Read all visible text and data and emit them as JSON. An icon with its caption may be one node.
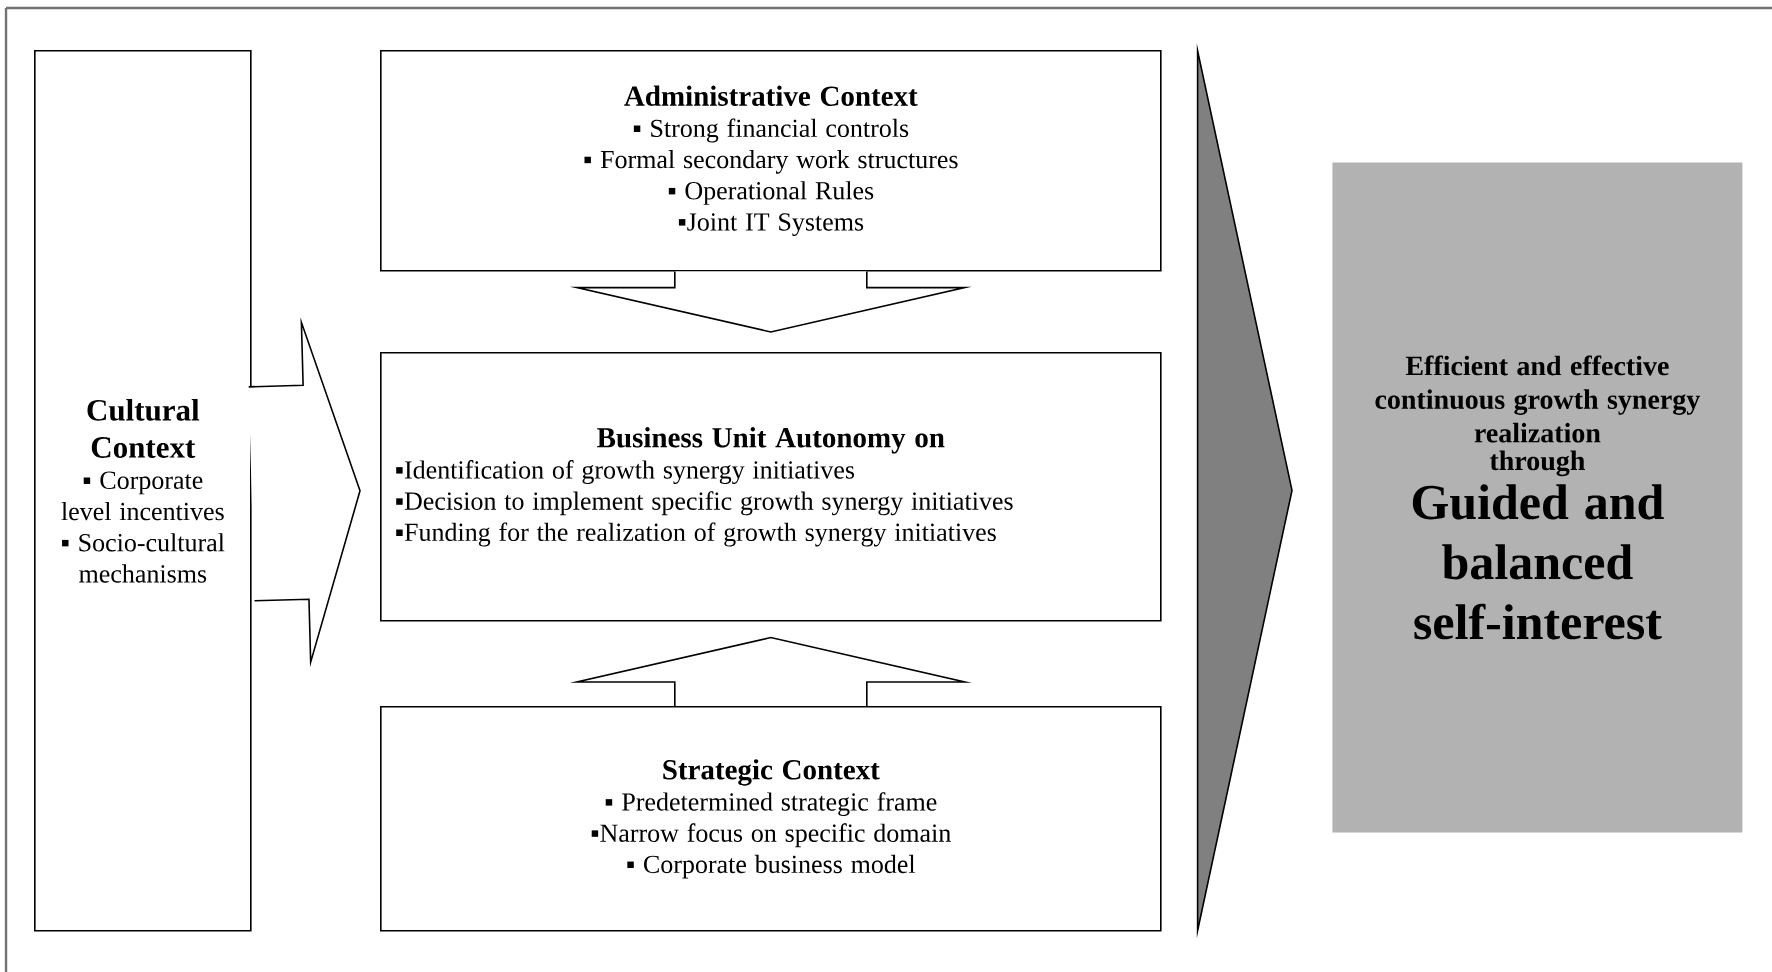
{
  "diagram": {
    "nodes": [
      {
        "text": [
          "Cultural Context",
          "▪ Corporate level incentives",
          "▪ Socio-cultural mechanisms"
        ]
      },
      {
        "text": [
          "Administrative Context",
          "▪ Strong financial controls",
          "▪ Formal secondary work structures",
          "▪ Operational Rules",
          "▪Joint IT Systems"
        ]
      },
      {
        "text": [
          "Business Unit Autonomy on",
          "▪Identification of growth synergy initiatives",
          "▪Decision to implement specific growth synergy initiatives",
          "▪Funding for the realization of growth synergy initiatives"
        ]
      },
      {
        "text": [
          "Strategic Context",
          "▪ Predetermined strategic frame",
          "▪Narrow focus on specific domain",
          "▪ Corporate business model"
        ]
      },
      {
        "text": [
          "Efficient and effective continuous growth synergy realization",
          "through",
          "Guided and balanced self-interest"
        ]
      }
    ],
    "edges": [
      {
        "from": 0,
        "to": 2,
        "arrow": "to"
      },
      {
        "from": 1,
        "to": 2,
        "arrow": "to"
      },
      {
        "from": 3,
        "to": 2,
        "arrow": "to"
      },
      {
        "from": 2,
        "to": 4,
        "arrow": "to"
      }
    ]
  }
}
